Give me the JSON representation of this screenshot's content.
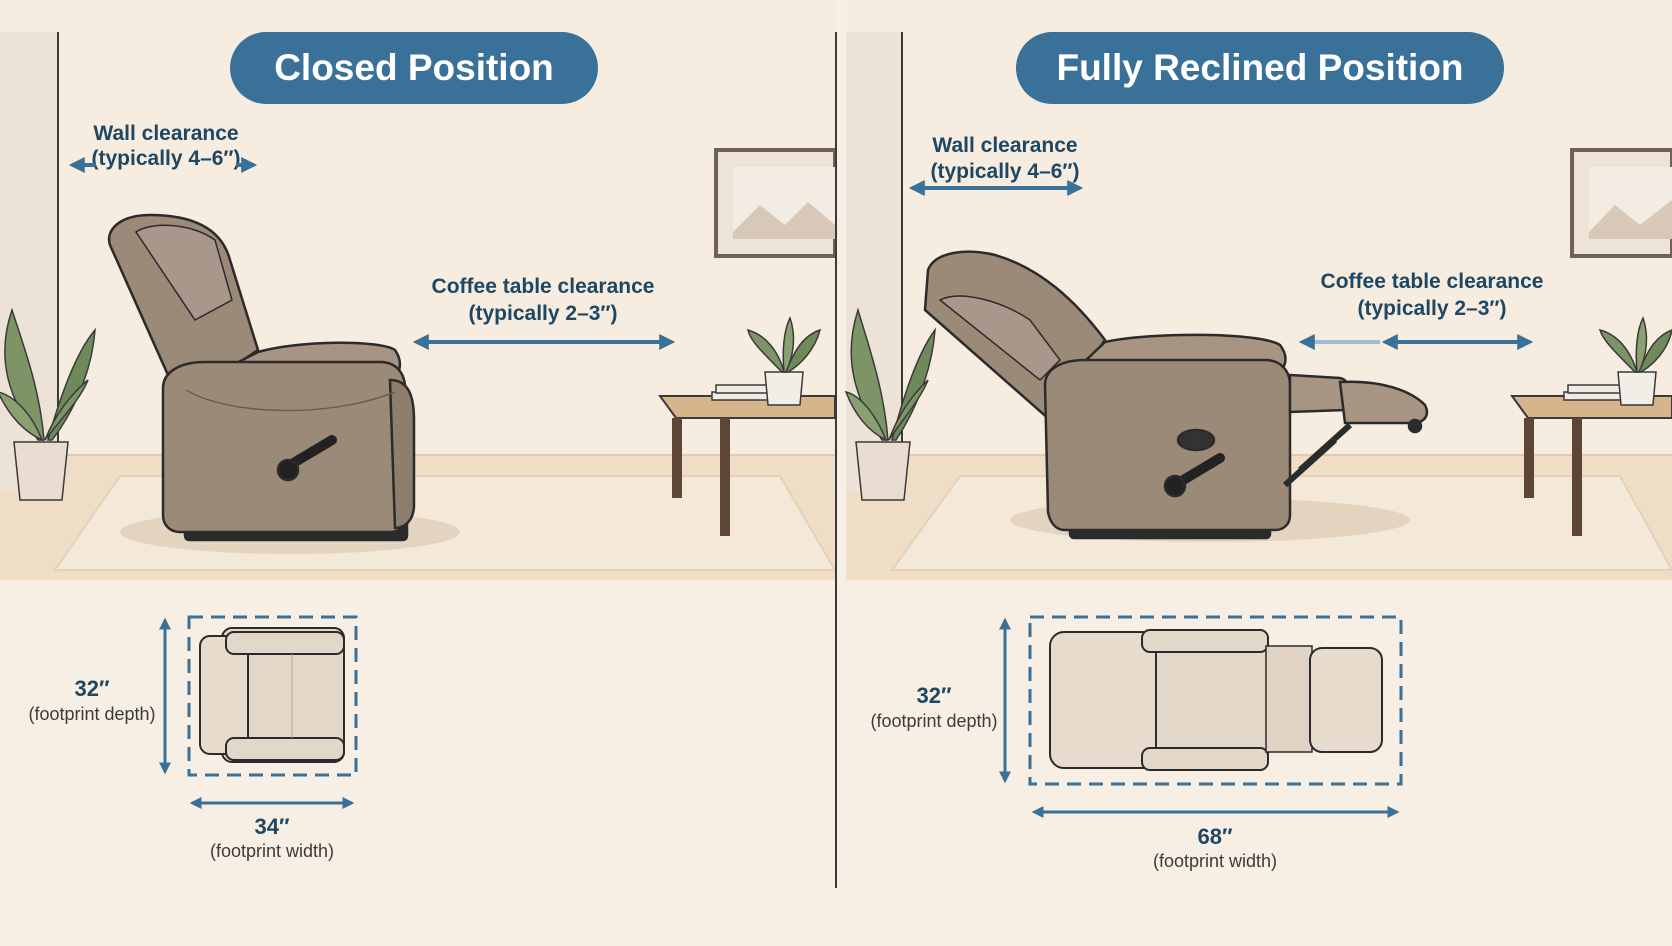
{
  "colors": {
    "background": "#f7efe4",
    "floor": "#f0ddc6",
    "rug": "#f3e7d8",
    "title_pill": "#3a7199",
    "label_text": "#1e4763",
    "dimension_arrow": "#3a7199",
    "recliner_fabric": "#9c8a78",
    "footprint_fill": "#e3d7c9",
    "plant_leaf": "#7d9466",
    "table_top": "#d7b58a",
    "table_leg": "#5e4636"
  },
  "panels": {
    "closed": {
      "title": "Closed Position",
      "wall_label": "Wall clearance",
      "wall_value": "(typically 4–6″)",
      "coffee_label": "Coffee table clearance",
      "coffee_value": "(typically 2–3″)",
      "depth_value": "32″",
      "depth_label": "(footprint depth)",
      "width_value": "34″",
      "width_label": "(footprint width)"
    },
    "reclined": {
      "title": "Fully Reclined Position",
      "wall_label": "Wall clearance",
      "wall_value": "(typically 4–6″)",
      "coffee_label": "Coffee table clearance",
      "coffee_value": "(typically 2–3″)",
      "depth_value": "32″",
      "depth_label": "(footprint depth)",
      "width_value": "68″",
      "width_label": "(footprint width)"
    }
  },
  "icons": [
    "recliner-closed",
    "recliner-reclined",
    "plant",
    "coffee-table",
    "wall-picture",
    "footprint"
  ]
}
